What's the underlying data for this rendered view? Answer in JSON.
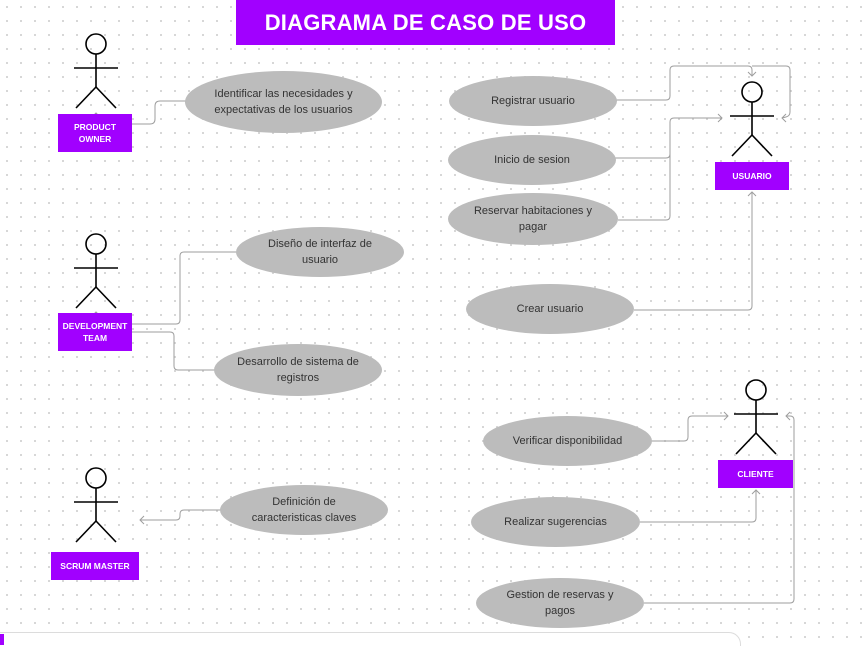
{
  "title": "DIAGRAMA DE CASO DE USO",
  "colors": {
    "accent": "#a100ff",
    "ellipse": "#bcbcbc",
    "line": "#9e9e9e"
  },
  "actors": {
    "product_owner": "PRODUCT OWNER",
    "development_team": "DEVELOPMENT TEAM",
    "scrum_master": "SCRUM MASTER",
    "usuario": "USUARIO",
    "cliente": "CLIENTE"
  },
  "use_cases": {
    "identificar": "Identificar las necesidades y expectativas de los usuarios",
    "diseno": "Diseño de interfaz de usuario",
    "desarrollo": "Desarrollo de sistema de registros",
    "definicion": "Definición de caracteristicas claves",
    "registrar": "Registrar usuario",
    "inicio": "Inicio de sesion",
    "reservar": "Reservar habitaciones y pagar",
    "crear": "Crear usuario",
    "verificar": "Verificar disponibilidad",
    "sugerencias": "Realizar sugerencias",
    "gestion": "Gestion de reservas y pagos"
  }
}
